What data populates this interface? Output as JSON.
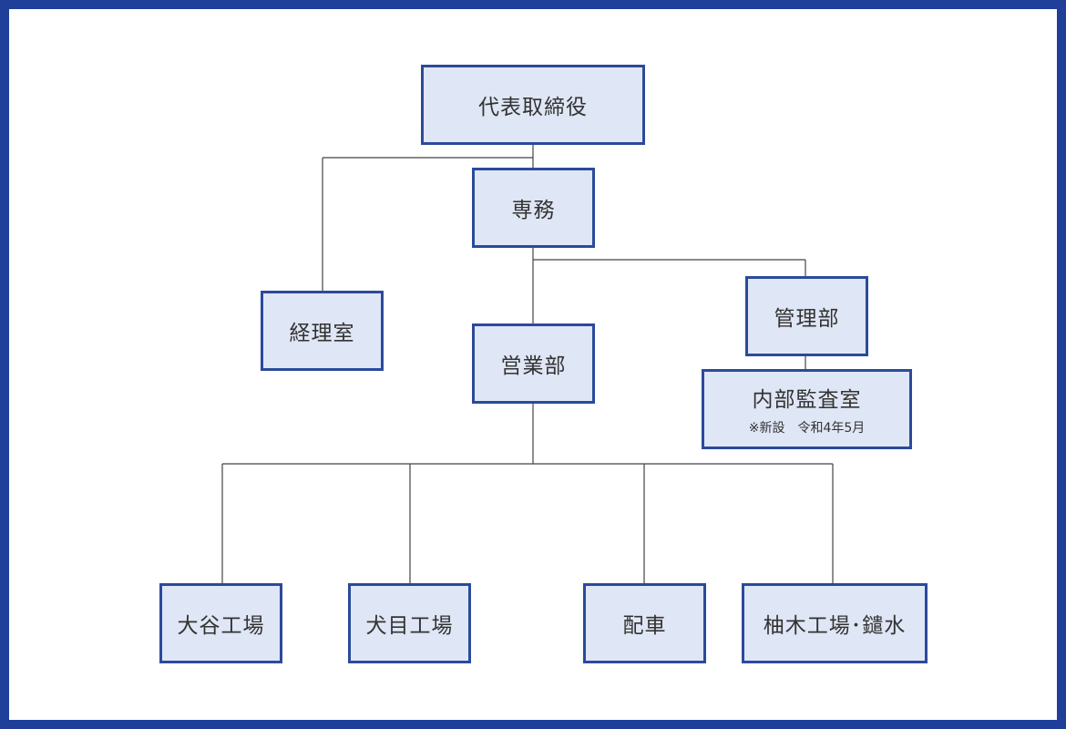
{
  "org_chart": {
    "ceo": {
      "label": "代表取締役"
    },
    "senmu": {
      "label": "専務"
    },
    "accounting": {
      "label": "経理室"
    },
    "sales": {
      "label": "営業部"
    },
    "management": {
      "label": "管理部"
    },
    "internal_audit": {
      "label": "内部監査室",
      "note": "※新設　令和4年5月"
    },
    "otani_factory": {
      "label": "大谷工場"
    },
    "inume_factory": {
      "label": "犬目工場"
    },
    "dispatch": {
      "label": "配車"
    },
    "yuzuki_factory": {
      "label": "柚木工場･鑓水"
    }
  },
  "colors": {
    "frame": "#1f3f99",
    "box_fill": "#dfe6f5",
    "box_border": "#2b4a9b",
    "connector": "#444444"
  }
}
